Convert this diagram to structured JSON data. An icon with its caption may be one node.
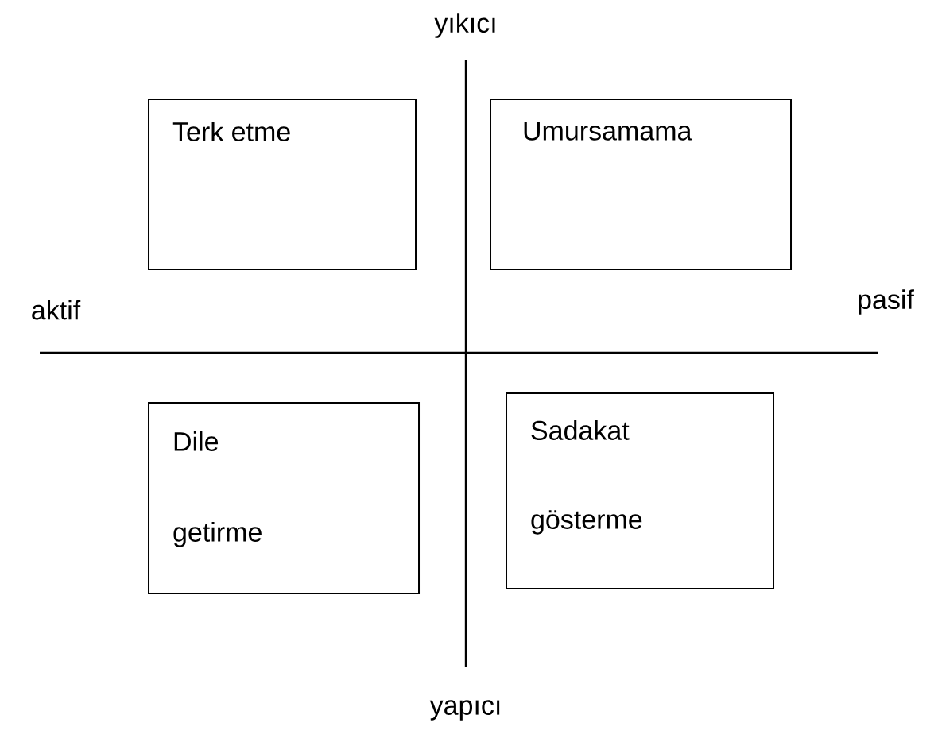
{
  "diagram": {
    "nodes": [
      {
        "text": [
          "Terk etme"
        ]
      },
      {
        "text": [
          "Umursamama"
        ]
      },
      {
        "text": [
          "Dile getirme"
        ]
      },
      {
        "text": [
          "Sadakat gösterme"
        ]
      }
    ],
    "labels": [
      "yıkıcı",
      "aktif",
      "pasif",
      "yapıcı"
    ]
  }
}
